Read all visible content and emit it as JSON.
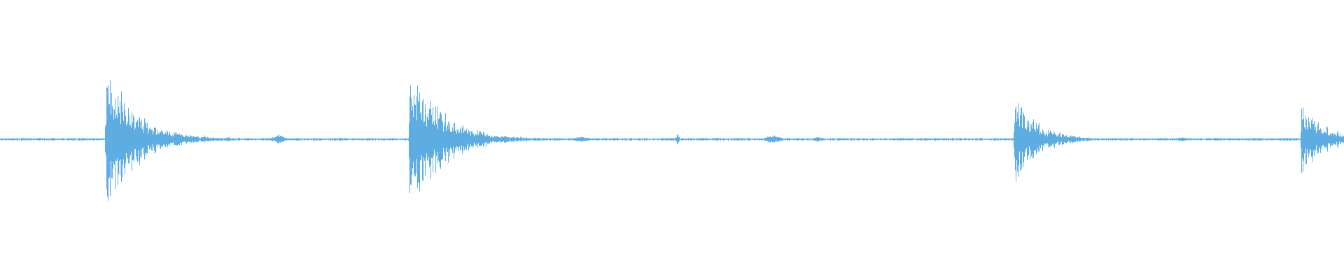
{
  "waveform": {
    "color": "#5dade2",
    "background": "#ffffff",
    "baseline_amplitude": 0.012,
    "transients": [
      {
        "time": 0.0788,
        "peak_amplitude": 0.98,
        "decay": 0.022
      },
      {
        "time": 0.3045,
        "peak_amplitude": 1.0,
        "decay": 0.024
      },
      {
        "time": 0.7545,
        "peak_amplitude": 0.57,
        "decay": 0.018
      },
      {
        "time": 0.968,
        "peak_amplitude": 0.43,
        "decay": 0.02
      }
    ],
    "minor_bursts": [
      {
        "time": 0.143,
        "amplitude": 0.05,
        "width": 0.004
      },
      {
        "time": 0.152,
        "amplitude": 0.06,
        "width": 0.002
      },
      {
        "time": 0.17,
        "amplitude": 0.03,
        "width": 0.006
      },
      {
        "time": 0.207,
        "amplitude": 0.07,
        "width": 0.007
      },
      {
        "time": 0.253,
        "amplitude": 0.025,
        "width": 0.004
      },
      {
        "time": 0.378,
        "amplitude": 0.03,
        "width": 0.006
      },
      {
        "time": 0.433,
        "amplitude": 0.035,
        "width": 0.012
      },
      {
        "time": 0.504,
        "amplitude": 0.1,
        "width": 0.002
      },
      {
        "time": 0.575,
        "amplitude": 0.06,
        "width": 0.01
      },
      {
        "time": 0.608,
        "amplitude": 0.035,
        "width": 0.006
      },
      {
        "time": 0.88,
        "amplitude": 0.025,
        "width": 0.012
      },
      {
        "time": 0.905,
        "amplitude": 0.02,
        "width": 0.008
      }
    ]
  }
}
